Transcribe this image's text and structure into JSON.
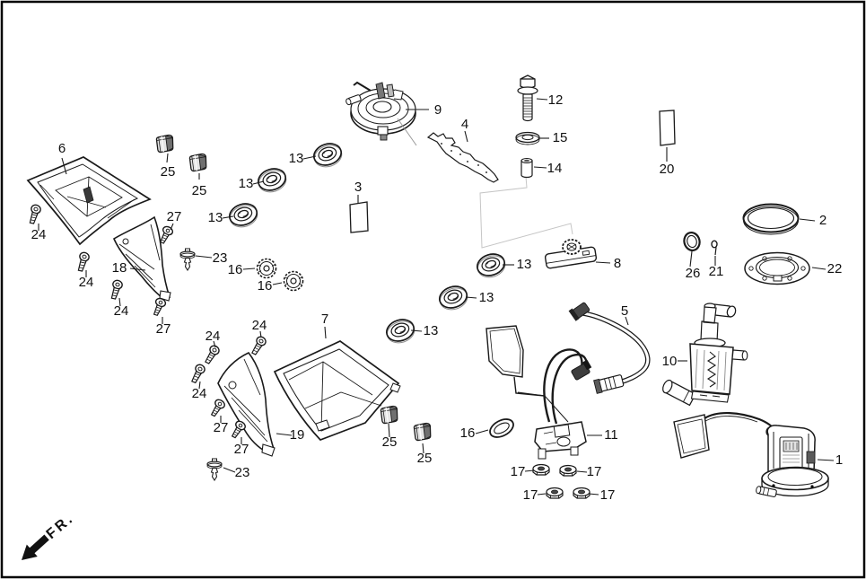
{
  "diagram": {
    "kind": "exploded-parts-diagram",
    "direction_label": "FR.",
    "colors": {
      "background": "#ffffff",
      "border": "#000000",
      "line": "#1a1a1a",
      "shade_dark": "#707070",
      "shade_light": "#e0e0e0",
      "ghost_line": "#c6c6c6"
    },
    "callouts": [
      {
        "text": "6"
      },
      {
        "text": "25"
      },
      {
        "text": "25"
      },
      {
        "text": "13"
      },
      {
        "text": "13"
      },
      {
        "text": "13"
      },
      {
        "text": "27"
      },
      {
        "text": "3"
      },
      {
        "text": "9"
      },
      {
        "text": "4"
      },
      {
        "text": "12"
      },
      {
        "text": "15"
      },
      {
        "text": "14"
      },
      {
        "text": "20"
      },
      {
        "text": "2"
      },
      {
        "text": "26"
      },
      {
        "text": "21"
      },
      {
        "text": "22"
      },
      {
        "text": "8"
      },
      {
        "text": "13"
      },
      {
        "text": "13"
      },
      {
        "text": "13"
      },
      {
        "text": "23"
      },
      {
        "text": "16"
      },
      {
        "text": "16"
      },
      {
        "text": "18"
      },
      {
        "text": "24"
      },
      {
        "text": "24"
      },
      {
        "text": "24"
      },
      {
        "text": "27"
      },
      {
        "text": "24"
      },
      {
        "text": "24"
      },
      {
        "text": "24"
      },
      {
        "text": "27"
      },
      {
        "text": "27"
      },
      {
        "text": "23"
      },
      {
        "text": "19"
      },
      {
        "text": "7"
      },
      {
        "text": "25"
      },
      {
        "text": "25"
      },
      {
        "text": "5"
      },
      {
        "text": "10"
      },
      {
        "text": "11"
      },
      {
        "text": "16"
      },
      {
        "text": "17"
      },
      {
        "text": "17"
      },
      {
        "text": "17"
      },
      {
        "text": "17"
      },
      {
        "text": "1"
      }
    ]
  }
}
